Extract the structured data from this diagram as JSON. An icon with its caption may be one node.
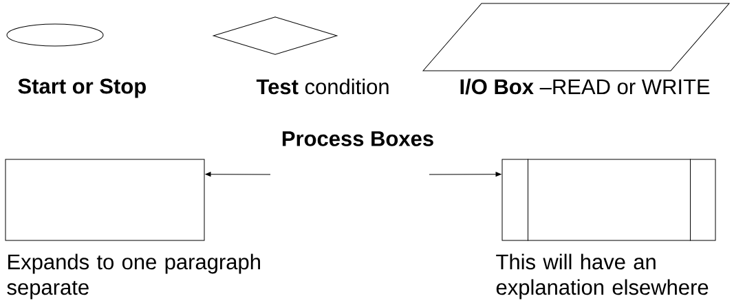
{
  "diagram": {
    "nodes": [
      {
        "text": [
          "Start or Stop"
        ]
      },
      {
        "text": [
          "**Test** condition"
        ]
      },
      {
        "text": [
          "**I/O Box** –READ or WRITE"
        ]
      },
      {
        "text": [
          "Expands to one paragraph separate"
        ]
      },
      {
        "text": [
          "This will have an explanation elsewhere"
        ]
      }
    ],
    "edges": [
      {
        "from": null,
        "to": 3,
        "arrow": "to"
      },
      {
        "from": null,
        "to": 4,
        "arrow": "to"
      }
    ],
    "labels": [
      "Process Boxes"
    ]
  }
}
